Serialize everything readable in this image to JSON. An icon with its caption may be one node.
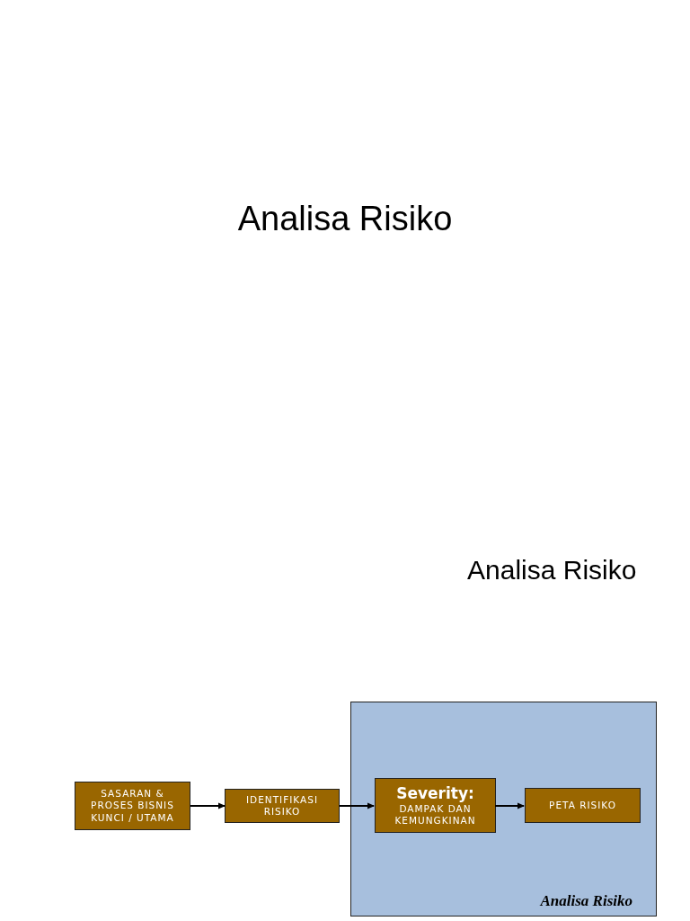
{
  "diagram": {
    "title": "Analisa Risiko",
    "nodes": [
      {
        "text": [
          "SASARAN & PROSES BISNIS KUNCI / UTAMA"
        ]
      },
      {
        "text": [
          "IDENTIFIKASI RISIKO"
        ]
      },
      {
        "text": [
          "Analisa Risiko"
        ]
      },
      {
        "text": [
          "Severity:",
          "DAMPAK DAN KEMUNGKINAN"
        ],
        "in": 2
      },
      {
        "text": [
          "PETA RISIKO"
        ],
        "in": 2
      }
    ],
    "edges": [
      {
        "from": 0,
        "to": 1,
        "arrow": "to"
      },
      {
        "from": 1,
        "to": 3,
        "arrow": "to"
      },
      {
        "from": 3,
        "to": 4,
        "arrow": "to"
      }
    ],
    "labels": [
      "Analisa Risiko"
    ]
  }
}
